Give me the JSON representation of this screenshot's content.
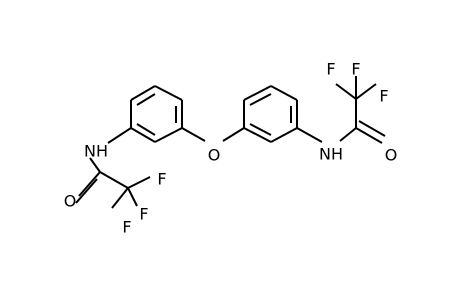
{
  "molecule": {
    "atoms": {
      "f_top_left": "F",
      "f_top_middle": "F",
      "f_top_right": "F",
      "o_carbonyl_right": "O",
      "nh_right": "NH",
      "o_ether": "O",
      "nh_left": "NH",
      "o_carbonyl_left": "O",
      "f_bottom_right": "F",
      "f_bottom_middle": "F",
      "f_bottom_left": "F"
    }
  }
}
